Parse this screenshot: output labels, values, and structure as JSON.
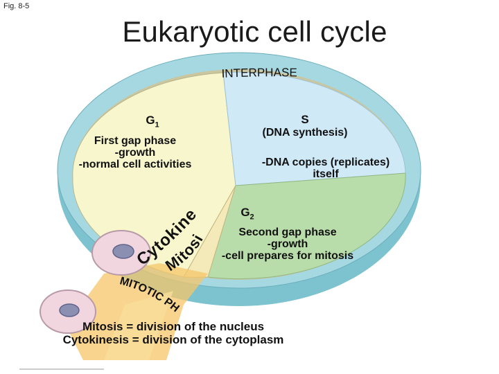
{
  "figure_label": "Fig. 8-5",
  "title": "Eukaryotic cell cycle",
  "ring_label": "INTERPHASE",
  "g1": {
    "label": "G",
    "subscript": "1",
    "desc_lines": [
      "First gap phase",
      "-growth",
      "-normal cell activities"
    ]
  },
  "s": {
    "label": "S",
    "desc_paren": "(DNA synthesis)",
    "desc_lines": [
      "-DNA copies (replicates)",
      "itself"
    ]
  },
  "g2": {
    "label": "G",
    "subscript": "2",
    "desc_lines": [
      "Second gap phase",
      "-growth",
      "-cell prepares for mitosis"
    ]
  },
  "mitosis_label": "Mitosis",
  "cytokinesis_label": "Cytokinesis",
  "mitotic_phase_label": "MITOTIC PHASE (M)",
  "caption_lines": [
    "Mitosis = division of the nucleus",
    "Cytokinesis = division of the cytoplasm"
  ],
  "colors": {
    "g1": "#f6f5c6",
    "s": "#cde8f6",
    "g2": "#b9dcaa",
    "ring": "#9fd3dc",
    "mitotic": "#f6c56a",
    "cell": "#f2d6df"
  }
}
